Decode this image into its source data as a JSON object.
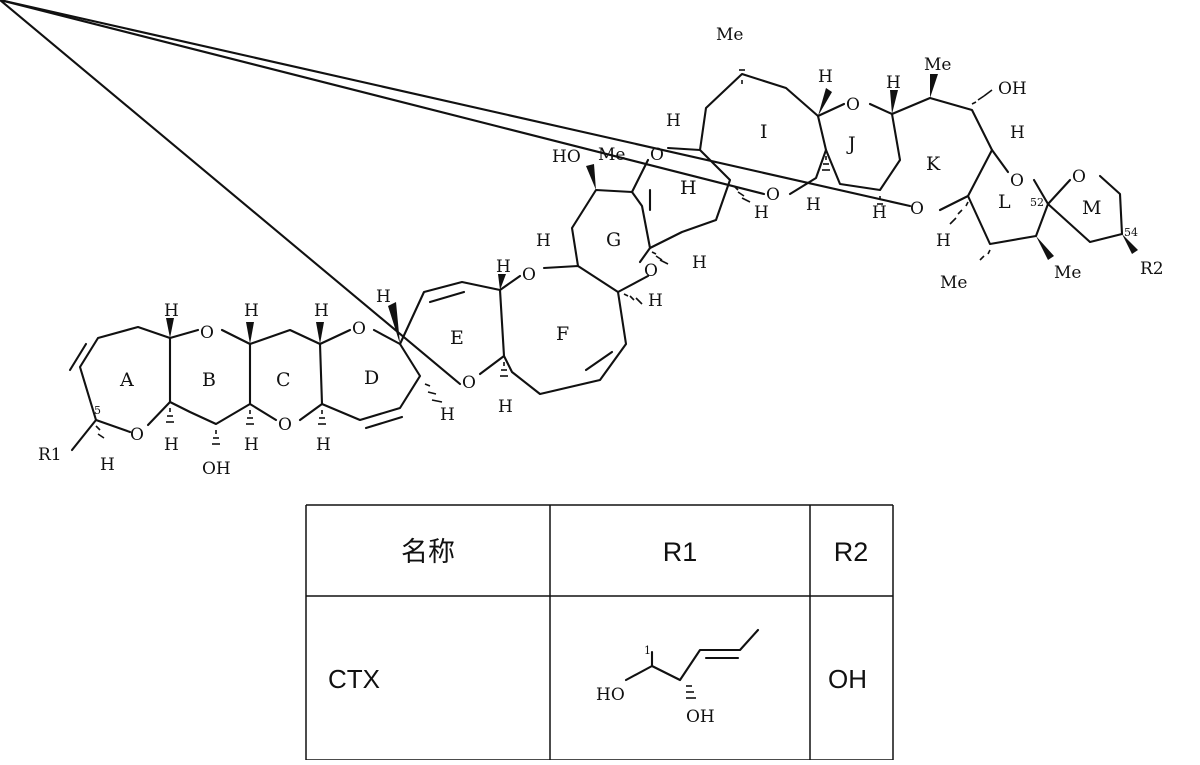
{
  "molecule": {
    "rings": [
      "A",
      "B",
      "C",
      "D",
      "E",
      "F",
      "G",
      "H",
      "I",
      "J",
      "K",
      "L",
      "M"
    ],
    "substituents": {
      "r1": "R1",
      "r2": "R2",
      "me": "Me",
      "oh": "OH",
      "ho": "HO",
      "h": "H",
      "o": "O"
    },
    "locants": {
      "c5": "5",
      "c52": "52",
      "c54": "54"
    }
  },
  "table": {
    "headers": [
      "名称",
      "R1",
      "R2"
    ],
    "rows": [
      {
        "name": "CTX",
        "r1_fragment": {
          "locant": "1",
          "ho": "HO",
          "oh": "OH"
        },
        "r2": "OH"
      }
    ]
  }
}
